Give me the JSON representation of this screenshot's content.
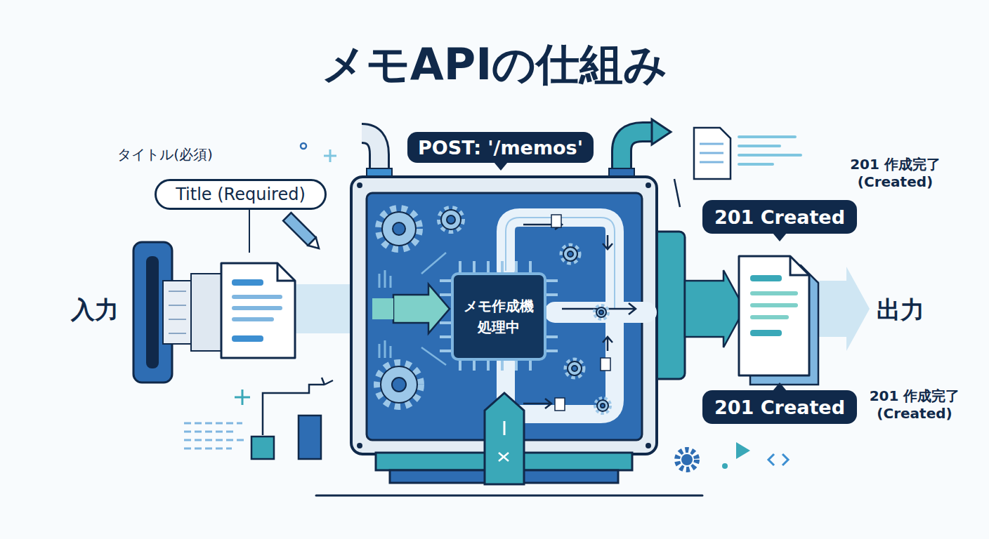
{
  "diagram": {
    "title": "メモAPIの仕組み",
    "nodes": [
      {
        "text": [
          "Title (Required)"
        ]
      },
      {
        "text": [
          "POST: '/memos'"
        ]
      },
      {
        "text": [
          "メモ作成機 処理中"
        ]
      },
      {
        "text": [
          "201 Created"
        ]
      },
      {
        "text": [
          "201 Created"
        ]
      }
    ],
    "labels": [
      "タイトル(必須)",
      "入力",
      "出力",
      "201 作成完了 (Created)",
      "201 作成完了 (Created)"
    ]
  }
}
